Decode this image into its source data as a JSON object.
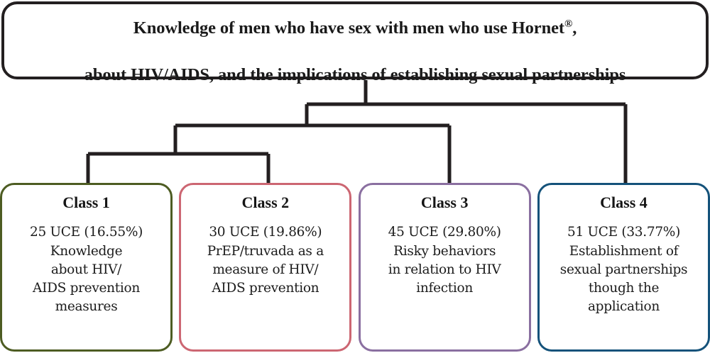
{
  "diagram": {
    "type": "dendrogram",
    "orientation": "top-down",
    "root": {
      "title_line_1": "Knowledge of men who have sex with men who use Hornet",
      "registered_mark": "®",
      "title_line_1_tail": ",",
      "title_line_2": "about HIV/AIDS, and the implications of establishing sexual partnerships",
      "border_color": "#231f20"
    },
    "classes": [
      {
        "heading": "Class 1",
        "count_line": "25 UCE (16.55%)",
        "description": "Knowledge\nabout HIV/\nAIDS prevention\nmeasures",
        "uce": 25,
        "percent": 16.55,
        "border_color": "#4d5c22"
      },
      {
        "heading": "Class 2",
        "count_line": "30 UCE (19.86%)",
        "description": "PrEP/truvada as a\nmeasure of HIV/\nAIDS prevention",
        "uce": 30,
        "percent": 19.86,
        "border_color": "#cc6672"
      },
      {
        "heading": "Class 3",
        "count_line": "45 UCE (29.80%)",
        "description": "Risky behaviors\nin relation to HIV\ninfection",
        "uce": 45,
        "percent": 29.8,
        "border_color": "#8a6fa0"
      },
      {
        "heading": "Class 4",
        "count_line": "51 UCE (33.77%)",
        "description": "Establishment of\nsexual partnerships\nthough the\napplication",
        "uce": 51,
        "percent": 33.77,
        "border_color": "#14527a"
      }
    ],
    "connector_color": "#231f20"
  }
}
